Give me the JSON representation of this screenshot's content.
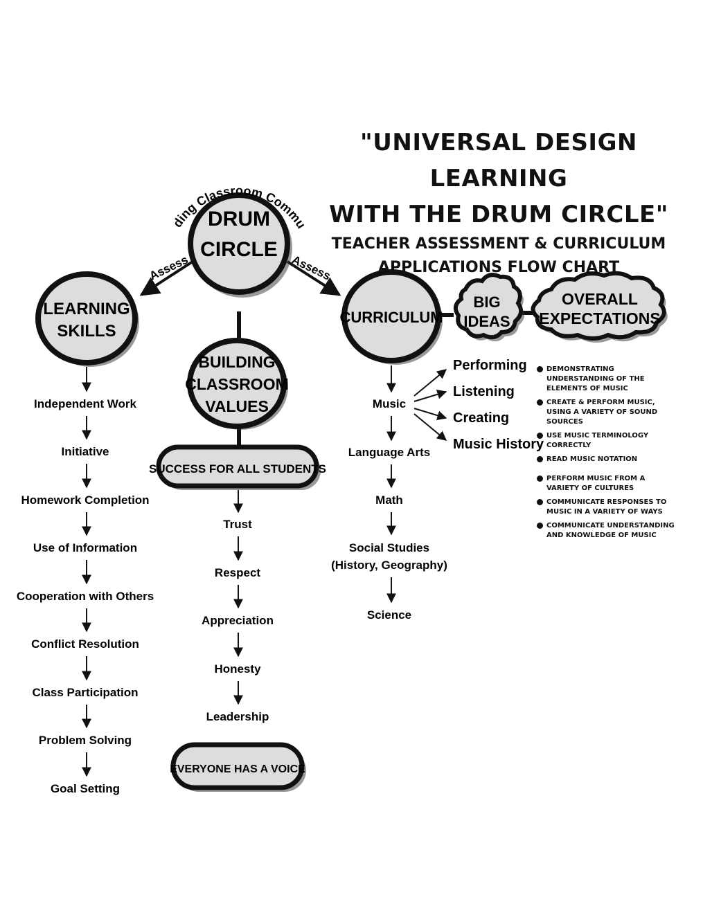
{
  "title": {
    "line1": "\"UNIVERSAL DESIGN LEARNING",
    "line2": "WITH THE DRUM CIRCLE\"",
    "line3": "TEACHER ASSESSMENT & CURRICULUM",
    "line4": "APPLICATIONS FLOW CHART"
  },
  "drum_circle": {
    "line1": "DRUM",
    "line2": "CIRCLE"
  },
  "arc_text": "Building Classroom Community",
  "assess_left": "Assess",
  "assess_right": "Assess",
  "learning_skills": {
    "line1": "LEARNING",
    "line2": "SKILLS",
    "items": [
      "Independent Work",
      "Initiative",
      "Homework Completion",
      "Use of Information",
      "Cooperation with Others",
      "Conflict Resolution",
      "Class Participation",
      "Problem Solving",
      "Goal Setting"
    ]
  },
  "values": {
    "line1": "BUILDING",
    "line2": "CLASSROOM",
    "line3": "VALUES",
    "success": "SUCCESS FOR ALL STUDENTS",
    "items": [
      "Trust",
      "Respect",
      "Appreciation",
      "Honesty",
      "Leadership"
    ],
    "voice": "EVERYONE HAS A VOICE"
  },
  "curriculum": {
    "label": "CURRICULUM",
    "big_ideas": {
      "line1": "BIG",
      "line2": "IDEAS"
    },
    "overall": {
      "line1": "OVERALL",
      "line2": "EXPECTATIONS"
    },
    "subjects": [
      "Music",
      "Language Arts",
      "Math",
      "Social Studies",
      "(History, Geography)",
      "Science"
    ],
    "music_branches": [
      "Performing",
      "Listening",
      "Creating",
      "Music History"
    ]
  },
  "expectations": [
    "Demonstrating understanding of the elements of music",
    "Create & perform music, using a variety of sound sources",
    "Use music terminology correctly",
    "Read music notation",
    "Perform music from a variety of cultures",
    "Communicate responses to music in a variety of ways",
    "Communicate understanding and knowledge of music"
  ]
}
